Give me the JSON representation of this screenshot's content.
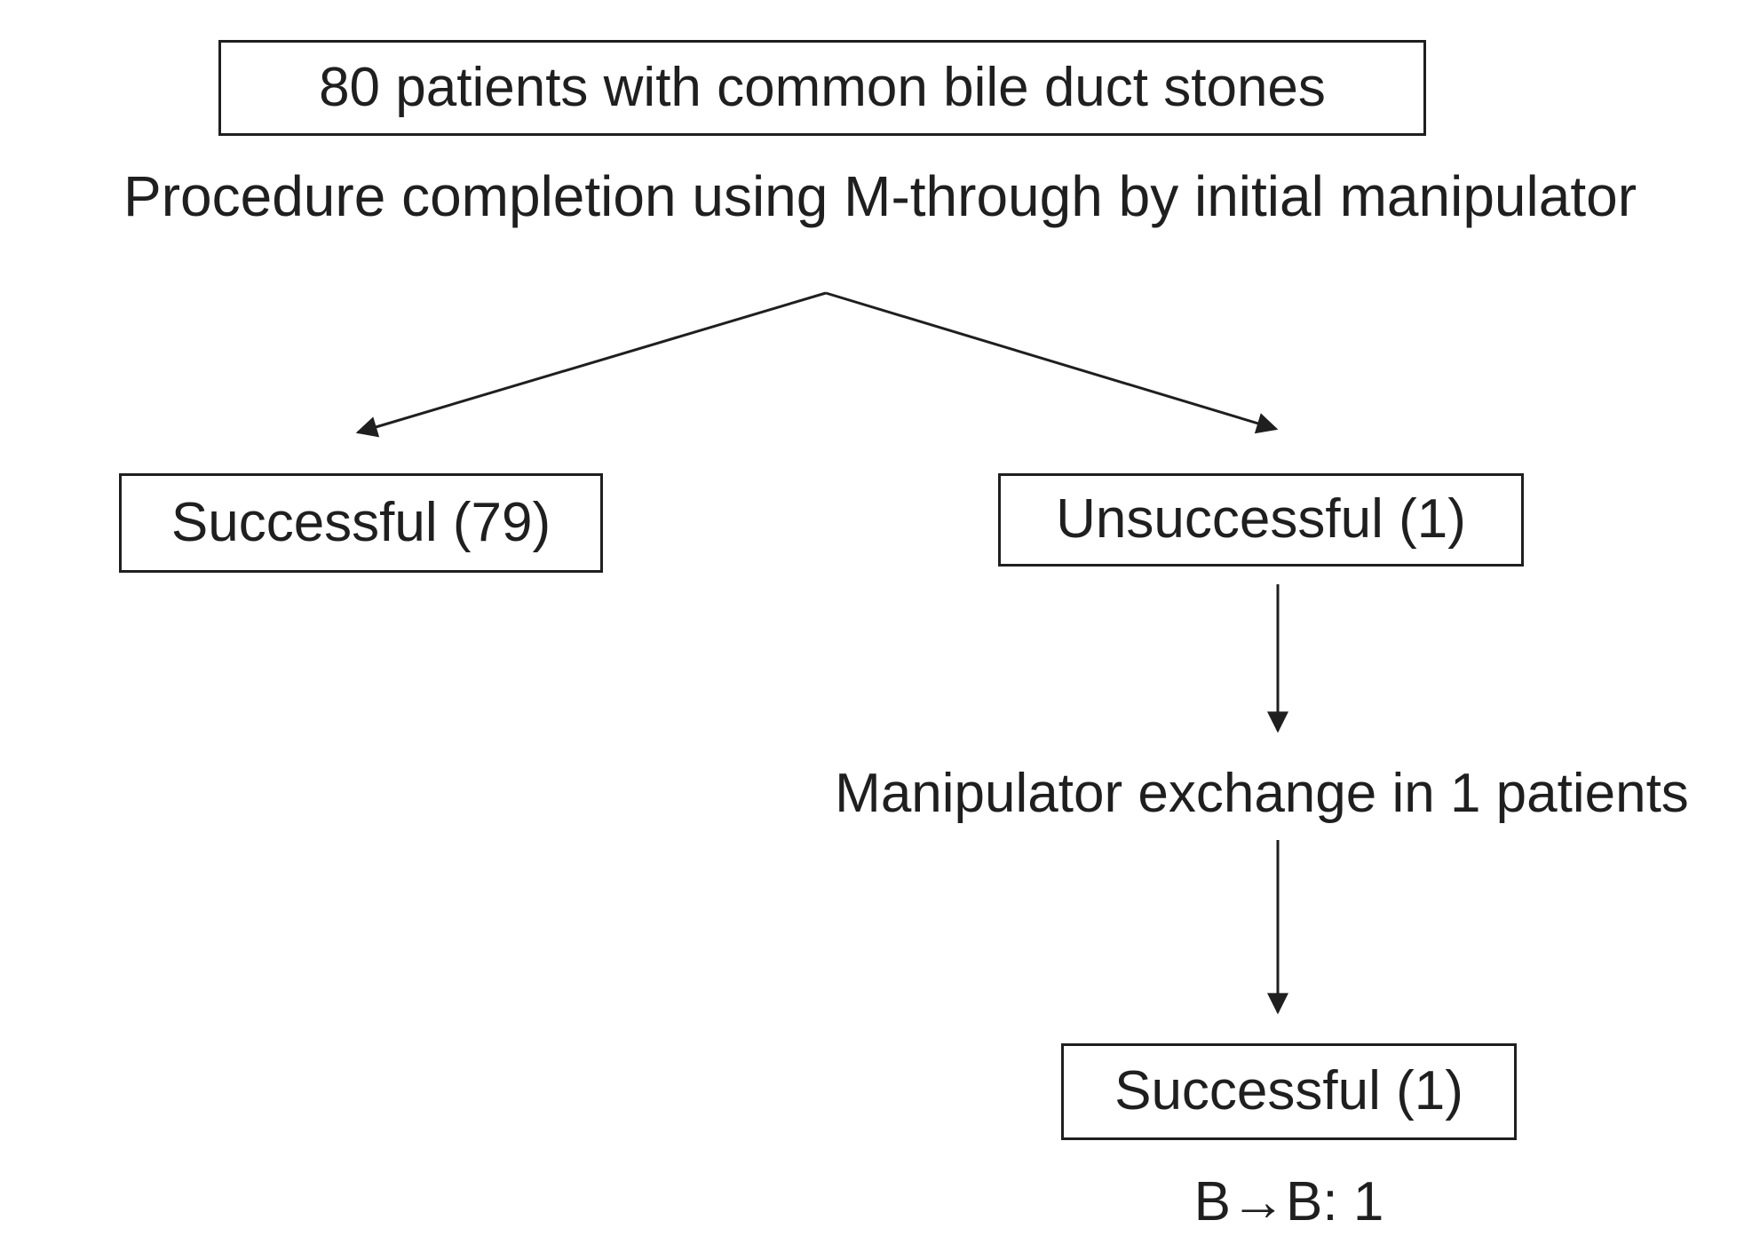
{
  "figure": {
    "top_box": {
      "label": "80 patients with common bile duct stones"
    },
    "subtitle": "Procedure completion using M-through by initial manipulator",
    "branches": {
      "left_box": {
        "label": "Successful (79)"
      },
      "right_box": {
        "label": "Unsuccessful (1)"
      }
    },
    "exchange_note": "Manipulator exchange in 1 patients",
    "final_box": {
      "label": "Successful (1)"
    },
    "final_detail": "B→B: 1"
  },
  "colors": {
    "background": "#ffffff",
    "ink": "#1f1f1f",
    "box_border": "#1f1f1f"
  }
}
